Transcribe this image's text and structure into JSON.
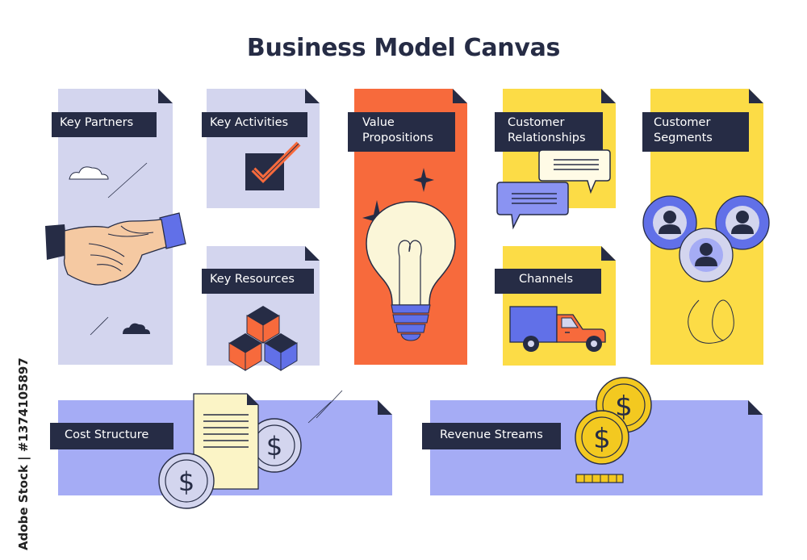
{
  "title": "Business Model Canvas",
  "blocks": {
    "key_partners": "Key Partners",
    "key_activities": "Key Activities",
    "key_resources": "Key Resources",
    "value_propositions": "Value\nPropositions",
    "customer_relationships": "Customer\nRelationships",
    "channels": "Channels",
    "customer_segments": "Customer\nSegments",
    "cost_structure": "Cost Structure",
    "revenue_streams": "Revenue Streams"
  },
  "watermark": "Adobe Stock | #1374105897",
  "colors": {
    "navy": "#262c45",
    "lavender_light": "#d3d5ee",
    "periwinkle": "#a5acf5",
    "orange": "#f76a3c",
    "yellow": "#fcdc46",
    "gold": "#f3c920"
  }
}
